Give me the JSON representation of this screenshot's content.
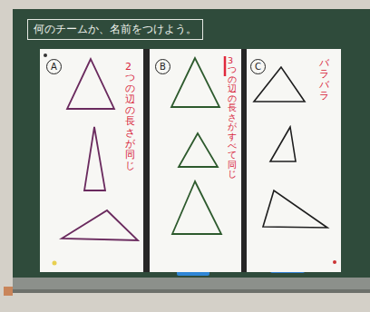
{
  "diagram": {
    "title": "何のチームか、名前をつけよう。",
    "nodes": [
      {
        "text": [
          "A",
          "2つの辺の長さが同じ"
        ]
      },
      {
        "text": [
          "B",
          "3つの辺の長さがすべて同じ"
        ]
      },
      {
        "text": [
          "C",
          "バラバラ"
        ]
      }
    ]
  }
}
